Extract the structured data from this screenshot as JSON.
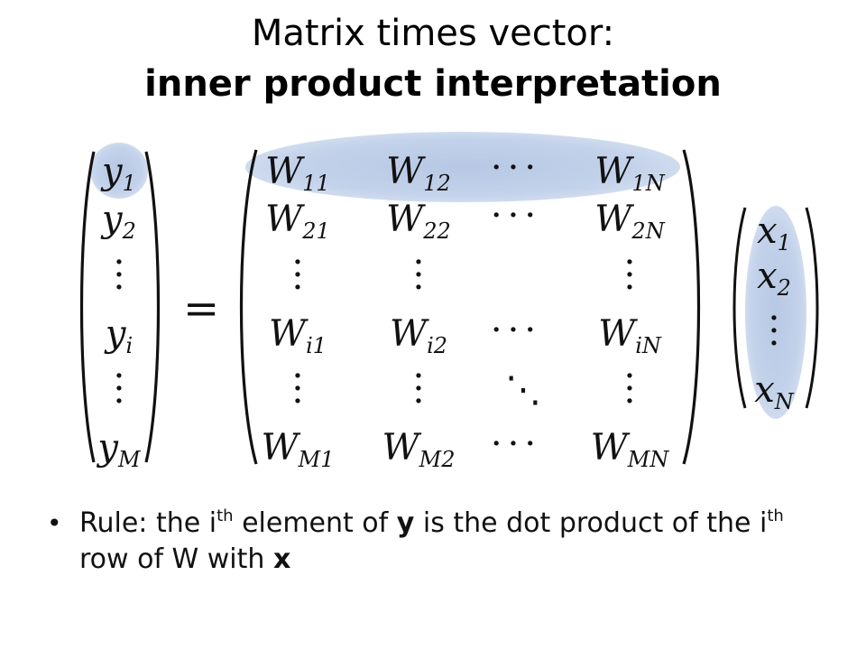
{
  "title": {
    "line1": "Matrix times vector:",
    "line2": "inner product interpretation"
  },
  "y_vector": {
    "entries": [
      {
        "base": "y",
        "sub": "1"
      },
      {
        "base": "y",
        "sub": "2"
      },
      {
        "base": "y",
        "sub": "i"
      },
      {
        "base": "y",
        "sub": "M"
      }
    ]
  },
  "equals": "=",
  "w_matrix": {
    "row1": [
      {
        "base": "W",
        "sub": "11"
      },
      {
        "base": "W",
        "sub": "12"
      },
      {
        "base": "W",
        "sub": "1N"
      }
    ],
    "row2": [
      {
        "base": "W",
        "sub": "21"
      },
      {
        "base": "W",
        "sub": "22"
      },
      {
        "base": "W",
        "sub": "2N"
      }
    ],
    "rowi": [
      {
        "base": "W",
        "sub": "i1"
      },
      {
        "base": "W",
        "sub": "i2"
      },
      {
        "base": "W",
        "sub": "iN"
      }
    ],
    "rowM": [
      {
        "base": "W",
        "sub": "M1"
      },
      {
        "base": "W",
        "sub": "M2"
      },
      {
        "base": "W",
        "sub": "MN"
      }
    ],
    "hdots": "···",
    "ddots": "⋱"
  },
  "x_vector": {
    "entries": [
      {
        "base": "x",
        "sub": "1"
      },
      {
        "base": "x",
        "sub": "2"
      },
      {
        "base": "x",
        "sub": "N"
      }
    ]
  },
  "bullet": {
    "p1": "Rule: the i",
    "sup1": "th",
    "p2": " element of ",
    "bold_y": "y",
    "p3": " is the dot product of the i",
    "sup2": "th",
    "p4": " row of W with ",
    "bold_x": "x"
  },
  "colors": {
    "highlight": "#c3d2ea",
    "text": "#111111"
  }
}
